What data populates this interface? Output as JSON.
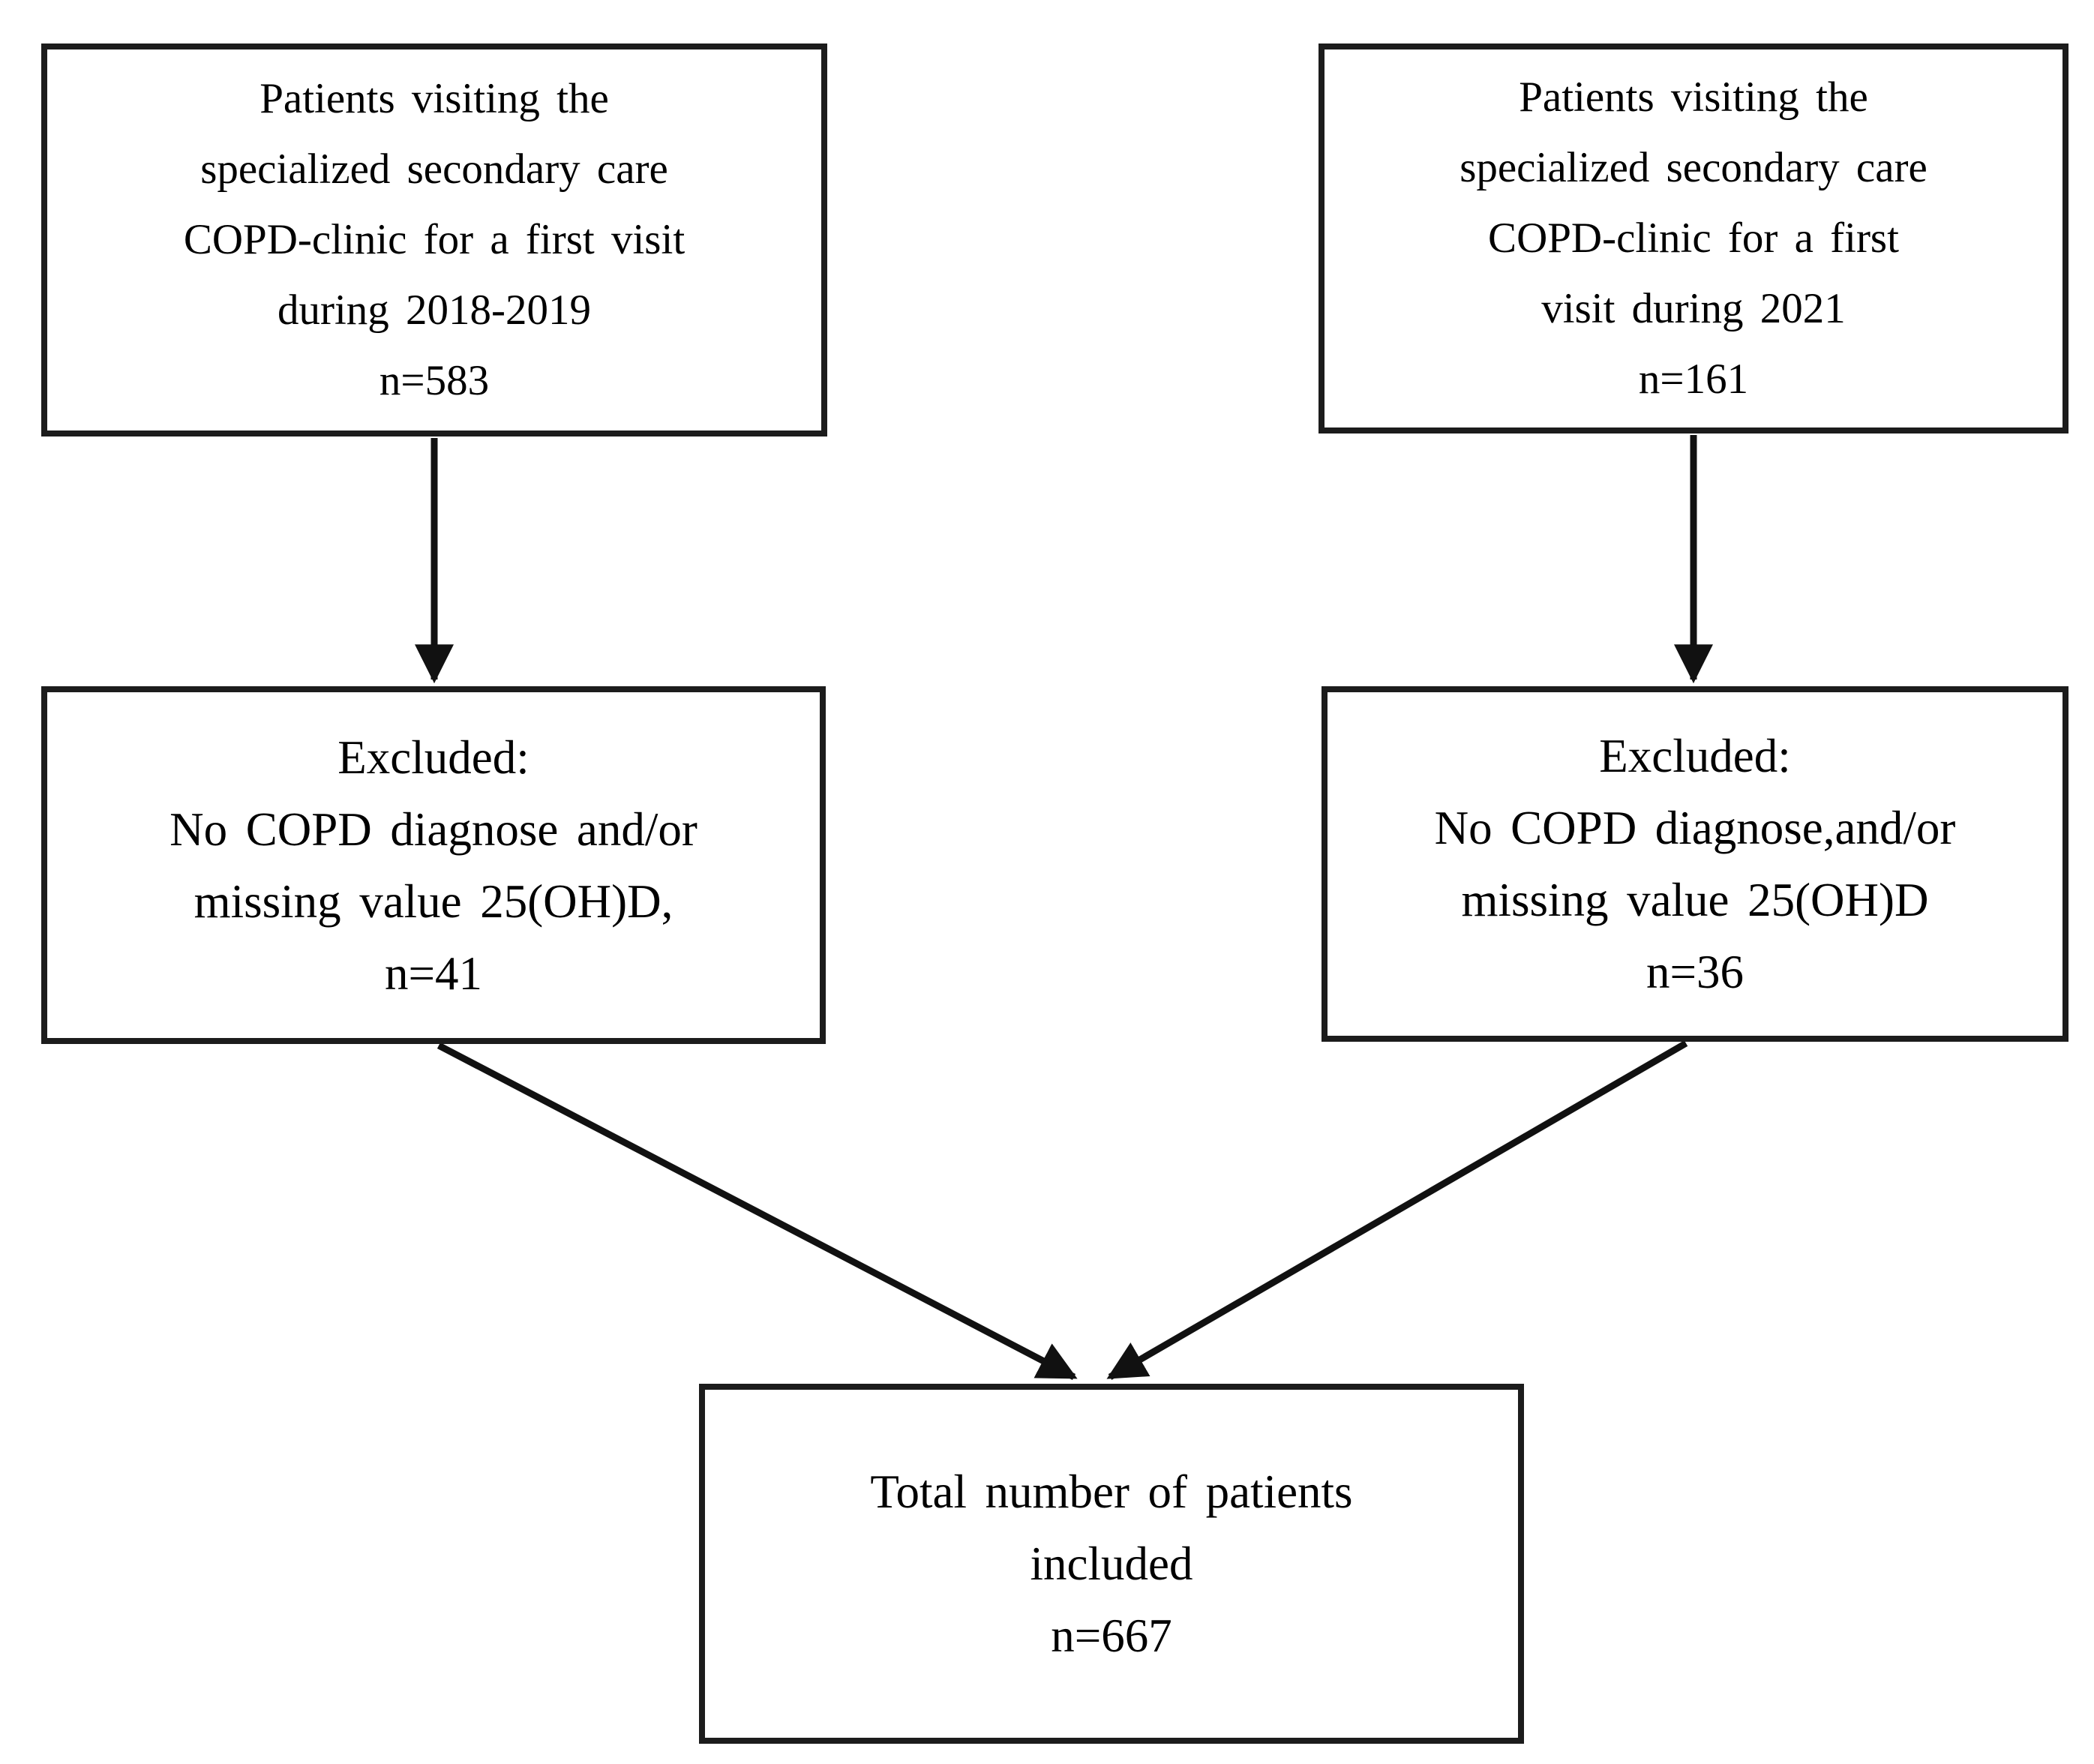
{
  "style": {
    "background": "#ffffff",
    "border_color": "#1c1c1c",
    "arrow_color": "#111111",
    "text_color": "#000000"
  },
  "boxes": {
    "cohort_2018_2019": {
      "lines": [
        "Patients visiting the",
        "specialized secondary care",
        "COPD-clinic for a first visit",
        "during 2018-2019",
        "n=583"
      ]
    },
    "cohort_2021": {
      "lines": [
        "Patients visiting the",
        "specialized secondary care",
        "COPD-clinic for a first",
        "visit during 2021",
        "n=161"
      ]
    },
    "excluded_2018_2019": {
      "lines": [
        "Excluded:",
        "No COPD diagnose and/or",
        "missing value 25(OH)D,",
        "n=41"
      ]
    },
    "excluded_2021": {
      "lines": [
        "Excluded:",
        "No COPD diagnose,and/or",
        "missing value 25(OH)D",
        "n=36"
      ]
    },
    "total_included": {
      "lines": [
        "Total number of patients",
        "included",
        "n=667"
      ]
    }
  },
  "connections": [
    {
      "from": "cohort_2018_2019",
      "to": "excluded_2018_2019"
    },
    {
      "from": "cohort_2021",
      "to": "excluded_2021"
    },
    {
      "from": "excluded_2018_2019",
      "to": "total_included"
    },
    {
      "from": "excluded_2021",
      "to": "total_included"
    }
  ]
}
